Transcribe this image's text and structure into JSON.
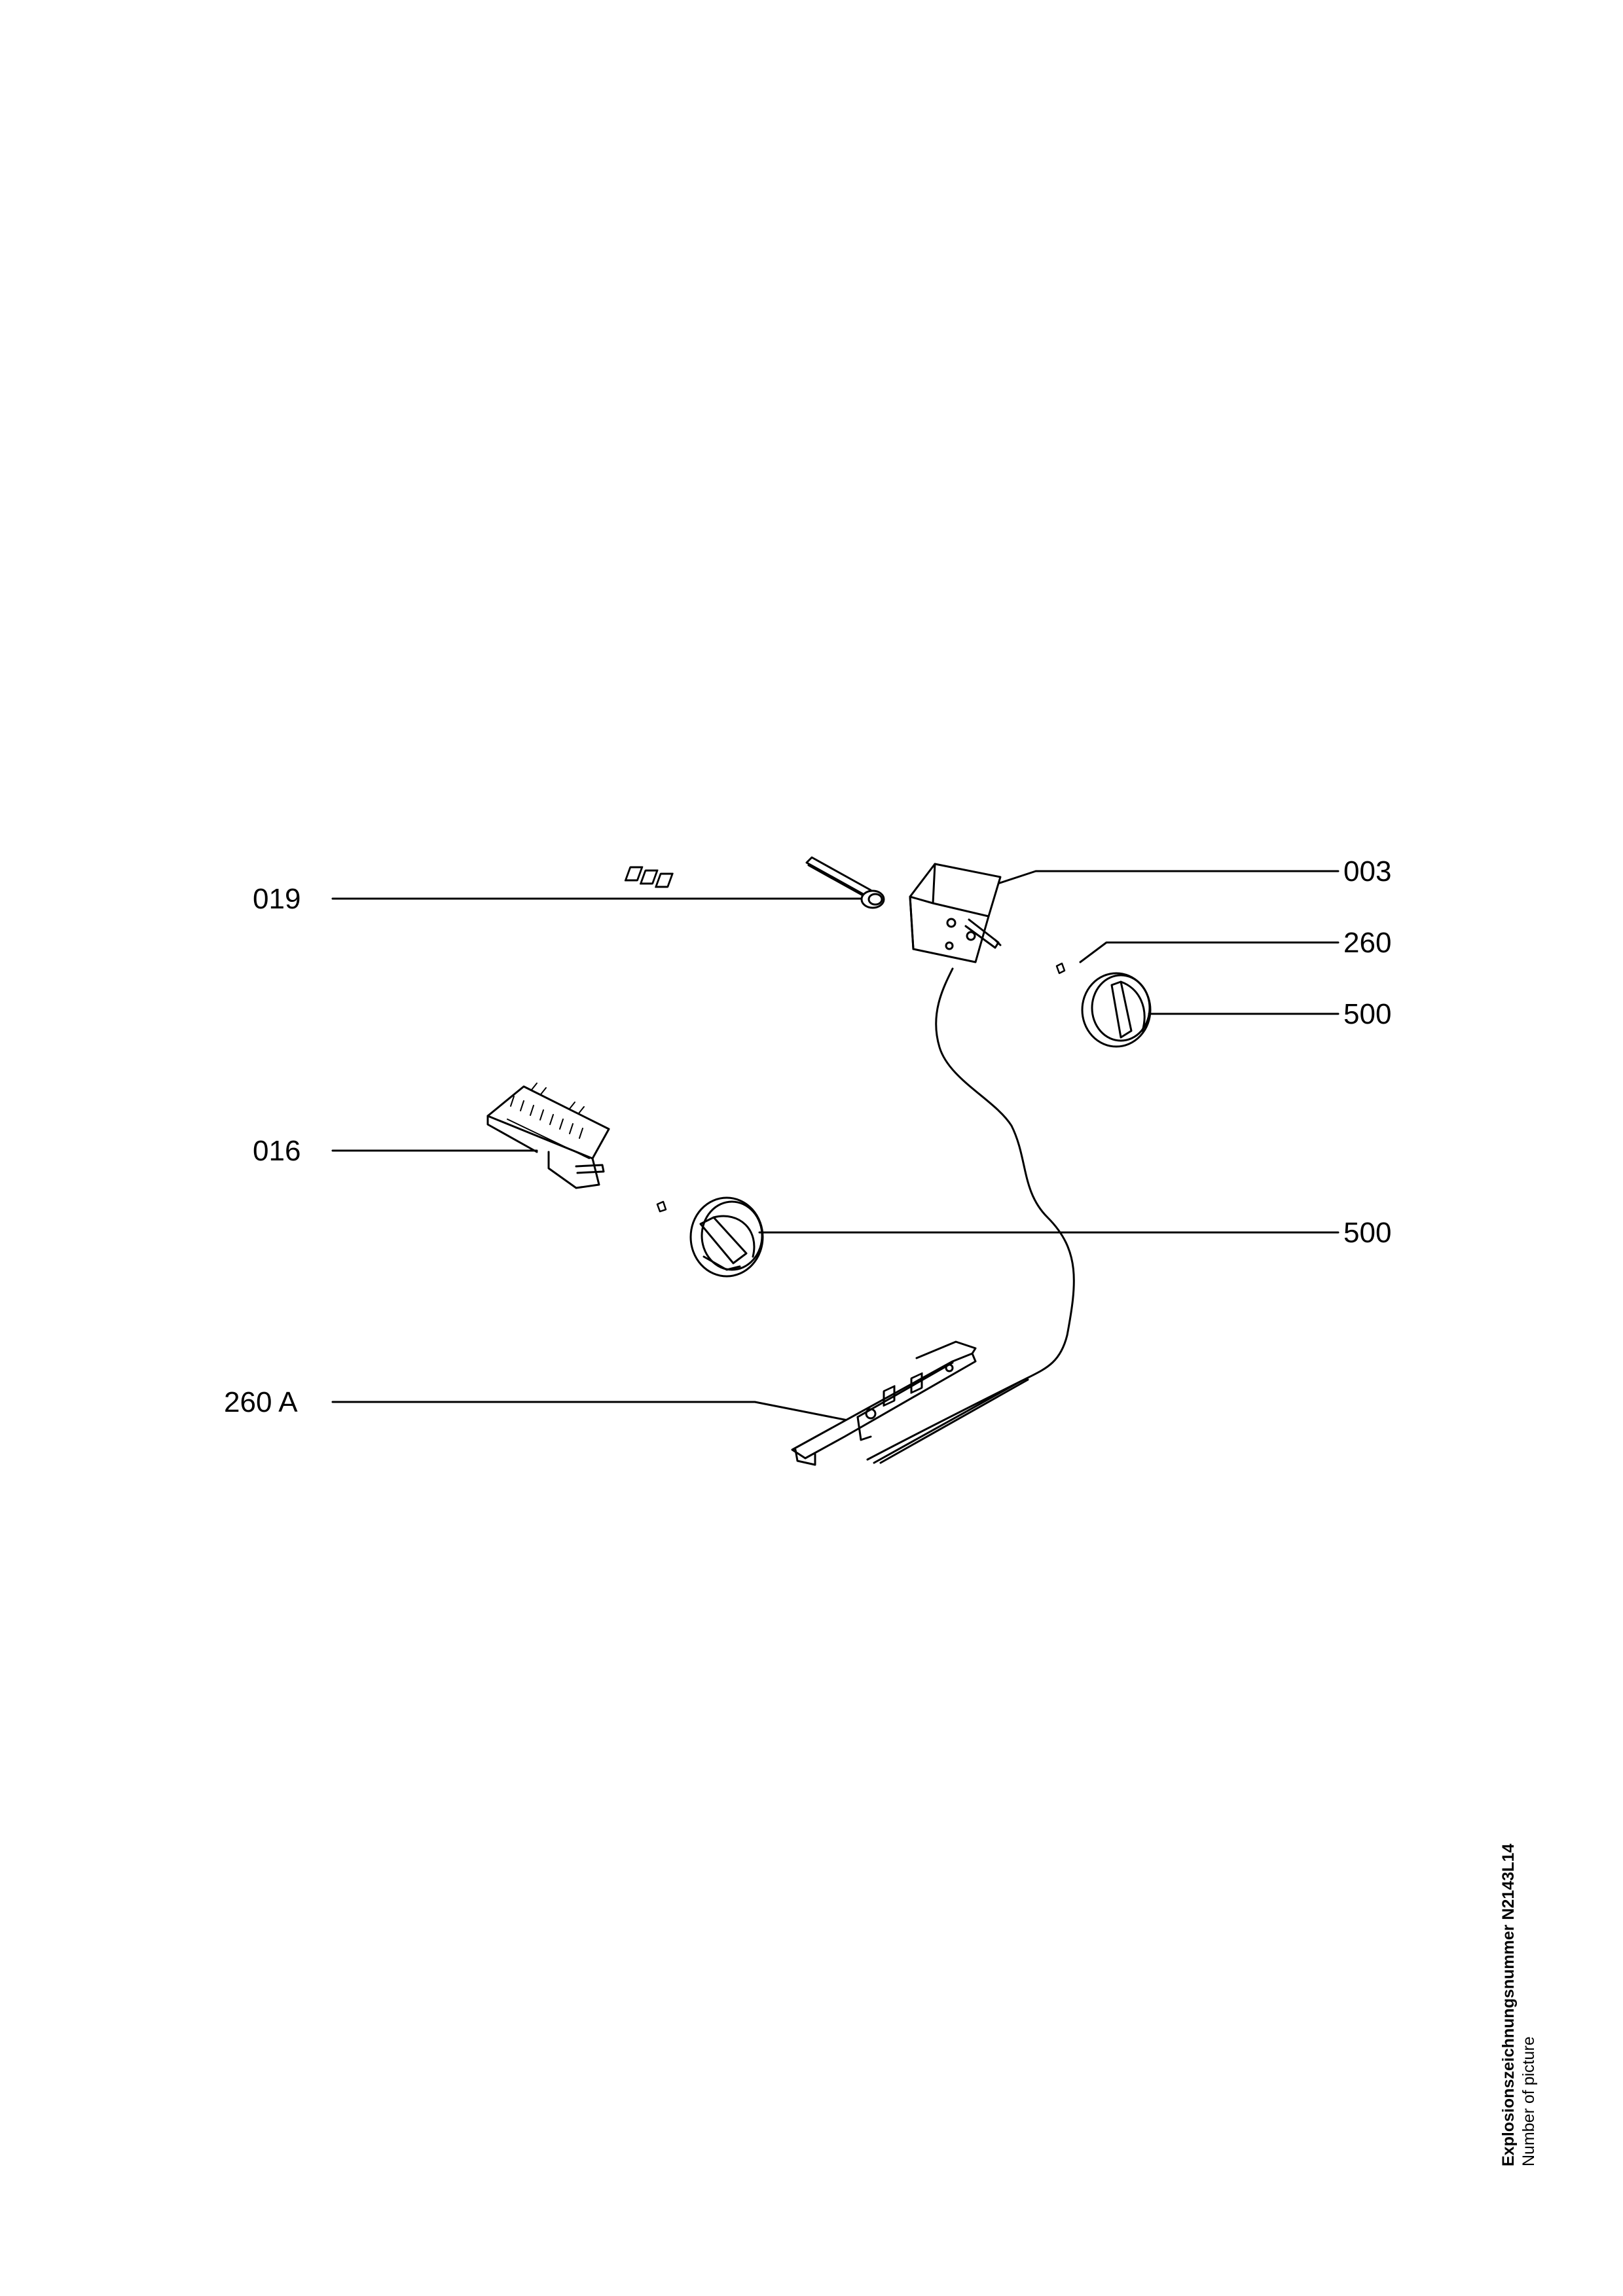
{
  "callouts": {
    "part_019": "019",
    "part_003": "003",
    "part_260": "260",
    "part_500_top": "500",
    "part_016": "016",
    "part_500_bottom": "500",
    "part_260a": "260 A"
  },
  "footer": {
    "drawing_number_label": "Explosionszeichnungsnummer N2143L14",
    "number_of_picture": "Number of picture"
  }
}
